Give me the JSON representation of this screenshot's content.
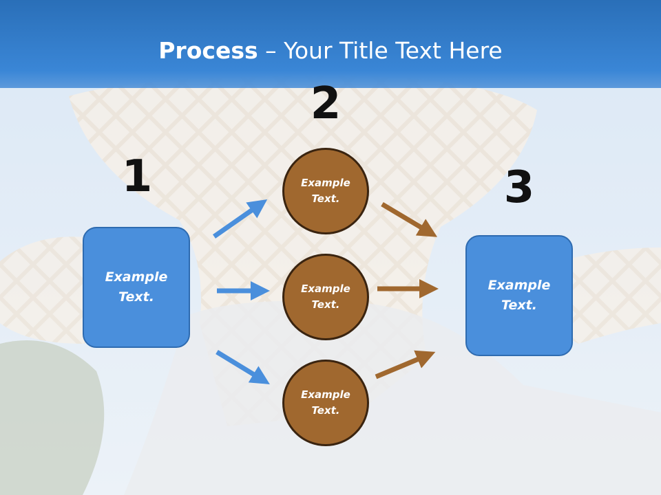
{
  "slide": {
    "title_bold": "Process",
    "title_rest": " – Your Title Text Here"
  },
  "steps": {
    "one": "1",
    "two": "2",
    "three": "3"
  },
  "left_box": {
    "text": "Example\nText."
  },
  "right_box": {
    "text": "Example\nText."
  },
  "circles": [
    {
      "text": "Example\nText."
    },
    {
      "text": "Example\nText."
    },
    {
      "text": "Example\nText."
    }
  ],
  "colors": {
    "title_bar": "#3a86d6",
    "box_fill": "#4a8fdc",
    "circle_fill": "#a0682f",
    "blue_arrow": "#4a8fdc",
    "brown_arrow": "#a0682f"
  }
}
